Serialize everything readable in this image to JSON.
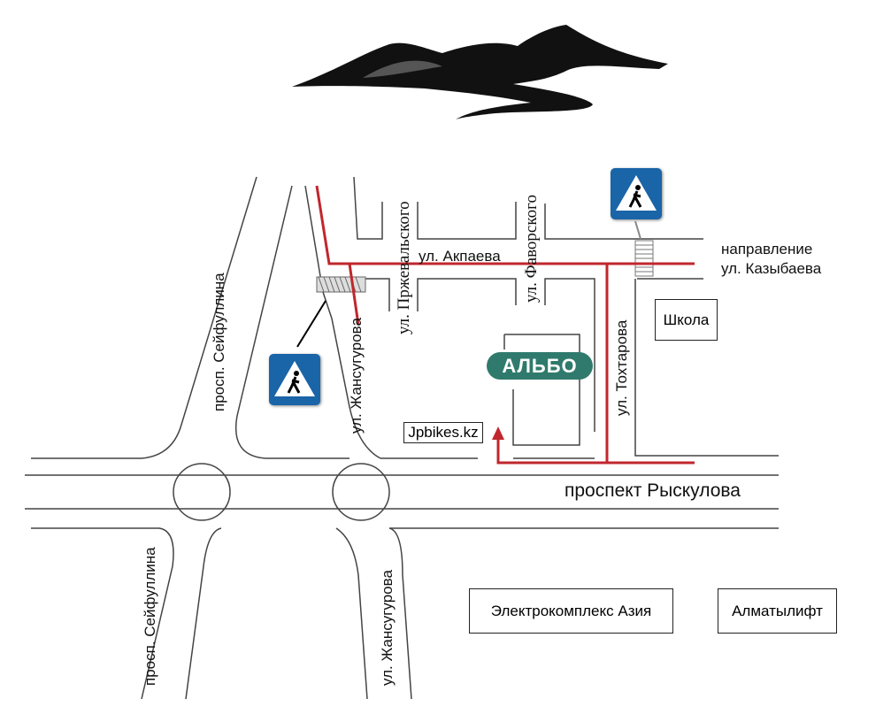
{
  "colors": {
    "route": "#c0272d",
    "road": "#444444",
    "sign": "#1a64a8",
    "albo": "#2f7a6c"
  },
  "streets": {
    "seifullina_top": "просп. Сейфуллина",
    "seifullina_bottom": "просп. Сейфуллина",
    "zhansugurova_top": "ул. Жансугурова",
    "zhansugurova_bottom": "ул. Жансугурова",
    "przhevalskogo": "ул. Пржевальского",
    "favorskogo": "ул. Фаворского",
    "akpaeva": "ул. Акпаева",
    "tokhtarova": "ул. Тохтарова",
    "ryskulova": "проспект Рыскулова",
    "direction": "направление",
    "kazybaeva": "ул. Казыбаева"
  },
  "places": {
    "school": "Школа",
    "jpbikes": "Jpbikes.kz",
    "albo": "АЛЬБО",
    "electrocomplex": "Электрокомплекс Азия",
    "almatylift": "Алматылифт"
  },
  "icons": [
    "mountains-logo",
    "pedestrian-crossing-sign",
    "pedestrian-crossing-sign",
    "crosswalk",
    "crosswalk",
    "route-arrow"
  ]
}
